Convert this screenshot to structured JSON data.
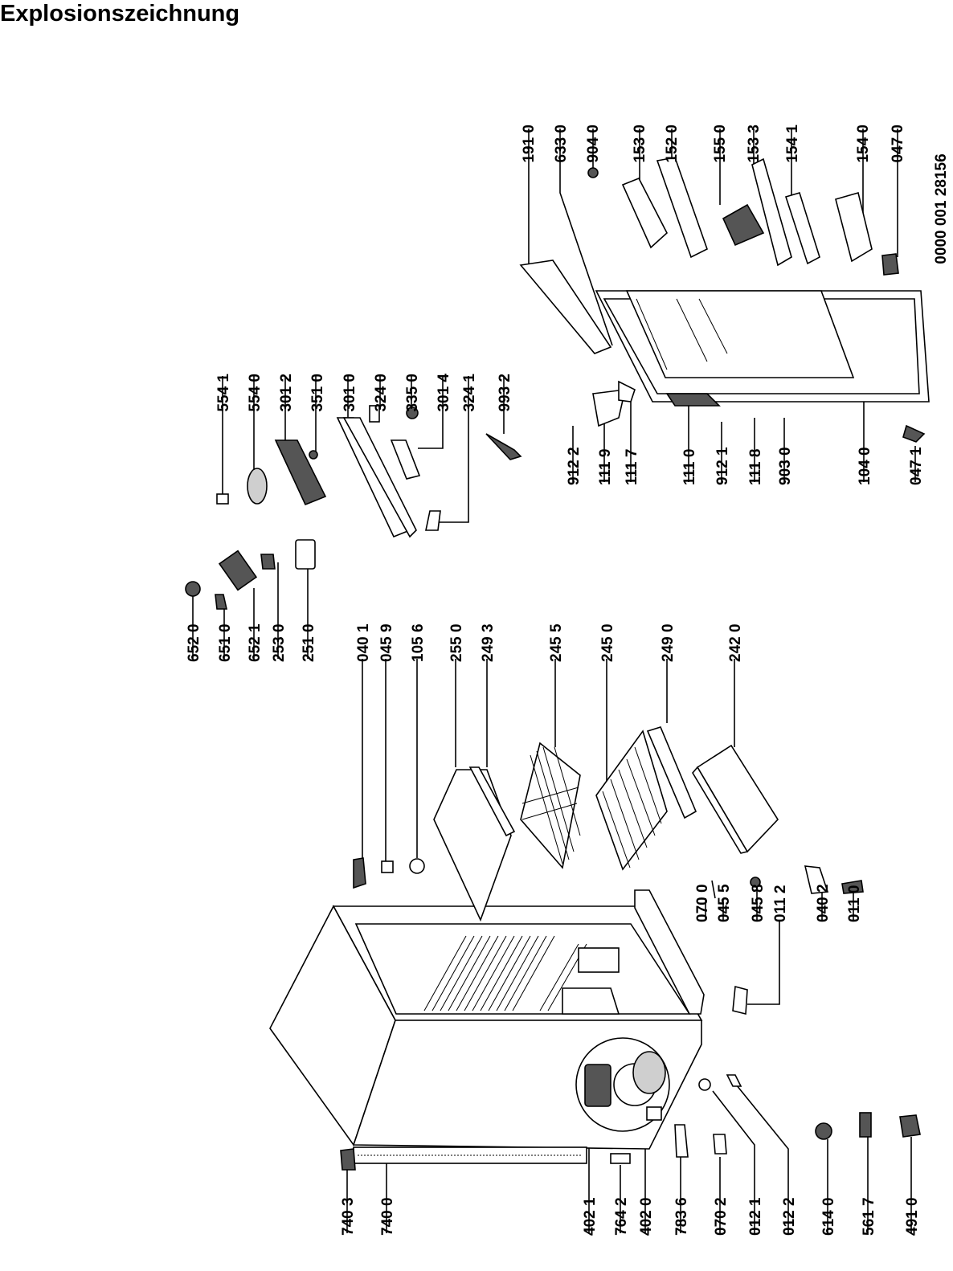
{
  "title": "Explosionszeichnung",
  "document_number": "0000 001 28156",
  "labels": [
    "554 1",
    "554 0",
    "301 2",
    "351 0",
    "301 0",
    "324 0",
    "335 0",
    "301 4",
    "324 1",
    "993 2",
    "191 0",
    "633 0",
    "904 0",
    "153 0",
    "152 0",
    "155 0",
    "153 3",
    "154 1",
    "154 0",
    "047 0",
    "912 2",
    "111 9",
    "111 7",
    "111 0",
    "912 1",
    "111 8",
    "903 0",
    "104 0",
    "047 1",
    "652 0",
    "651 0",
    "652 1",
    "253 0",
    "251 0",
    "040 1",
    "045 9",
    "105 6",
    "255 0",
    "249 3",
    "245 5",
    "245 0",
    "249 0",
    "242 0",
    "070 0",
    "045 5",
    "045 8",
    "011 2",
    "040 2",
    "011 0",
    "740 3",
    "740 0",
    "402 1",
    "764 2",
    "402 0",
    "783 6",
    "070 2",
    "012 1",
    "012 2",
    "614 0",
    "561 7",
    "491 0"
  ]
}
